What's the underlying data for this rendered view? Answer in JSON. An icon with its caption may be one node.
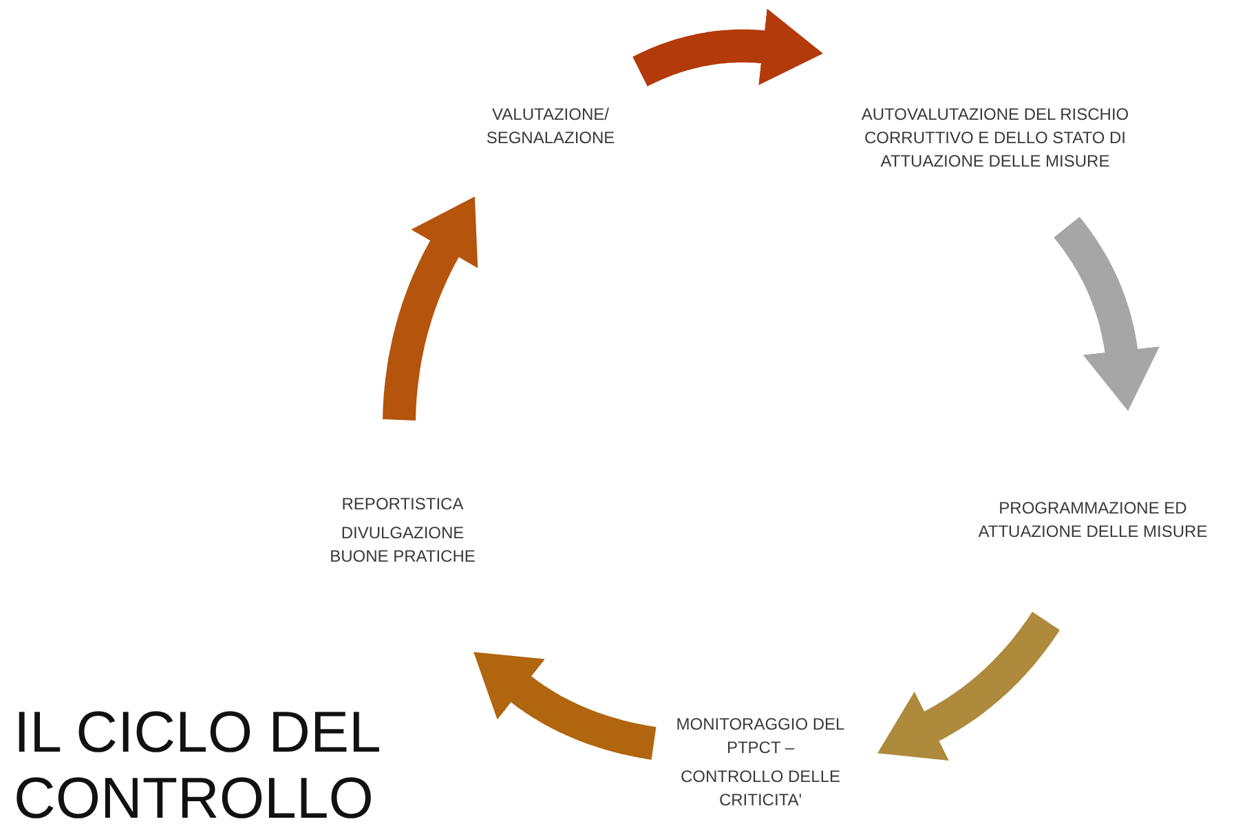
{
  "diagram": {
    "title": "IL CICLO DEL CONTROLLO",
    "nodes": [
      {
        "text": [
          "VALUTAZIONE/ SEGNALAZIONE"
        ]
      },
      {
        "text": [
          "AUTOVALUTAZIONE DEL RISCHIO CORRUTTIVO E DELLO STATO DI ATTUAZIONE DELLE MISURE"
        ]
      },
      {
        "text": [
          "PROGRAMMAZIONE ED ATTUAZIONE DELLE MISURE"
        ]
      },
      {
        "text": [
          "MONITORAGGIO DEL PTPCT –",
          "CONTROLLO DELLE CRITICITA'"
        ]
      },
      {
        "text": [
          "REPORTISTICA",
          "DIVULGAZIONE BUONE PRATICHE"
        ]
      }
    ],
    "edges": [
      {
        "from": 0,
        "to": 1,
        "arrow": "to",
        "color": "#b33a0b"
      },
      {
        "from": 1,
        "to": 2,
        "arrow": "to",
        "color": "#a6a6a6"
      },
      {
        "from": 2,
        "to": 3,
        "arrow": "to",
        "color": "#ae8a3c"
      },
      {
        "from": 3,
        "to": 4,
        "arrow": "to",
        "color": "#b0650e"
      },
      {
        "from": 4,
        "to": 0,
        "arrow": "to",
        "color": "#b5540d"
      }
    ]
  }
}
